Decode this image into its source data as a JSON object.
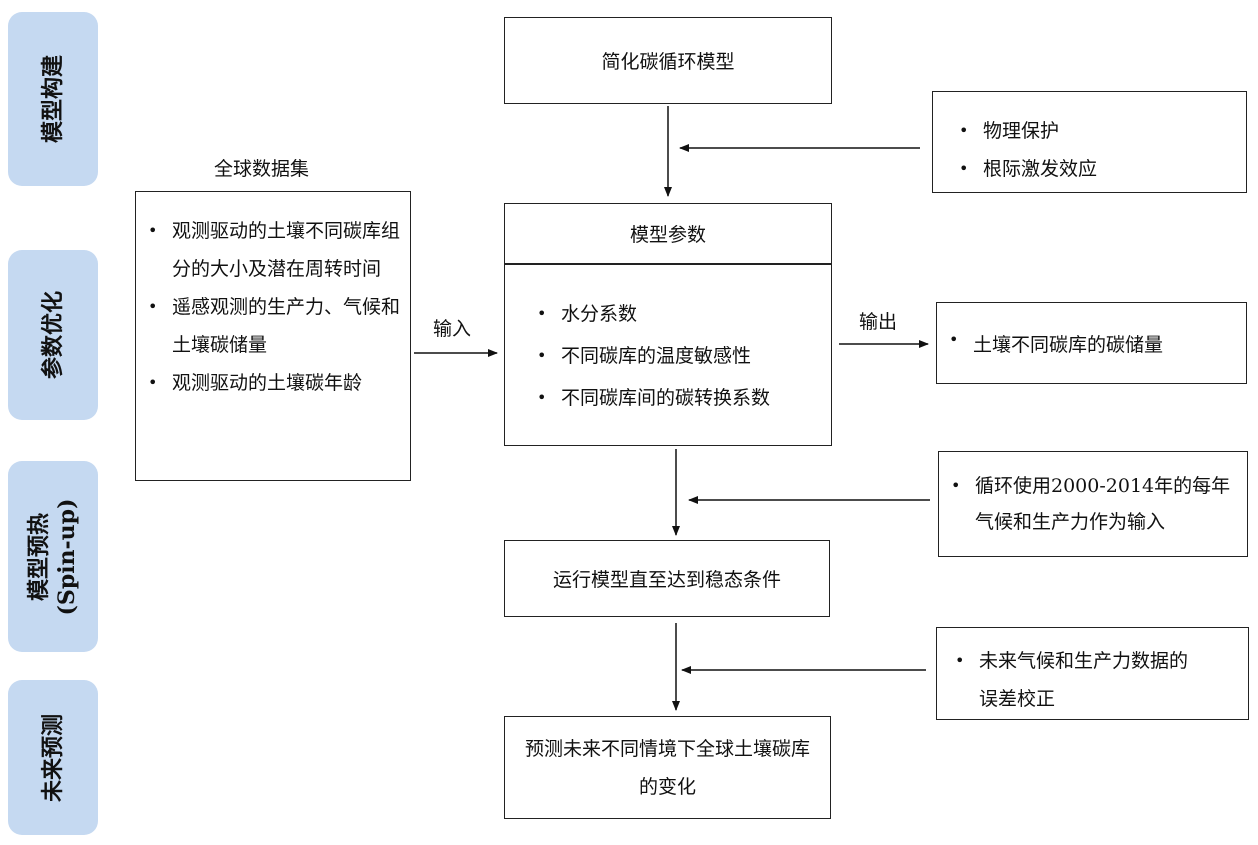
{
  "stages": [
    {
      "label": "模型构建",
      "sub": ""
    },
    {
      "label": "参数优化",
      "sub": ""
    },
    {
      "label": "模型预热",
      "sub": "(Spin-up)"
    },
    {
      "label": "未来预测",
      "sub": ""
    }
  ],
  "global_dataset": {
    "title": "全球数据集",
    "items": [
      "观测驱动的土壤不同碳库组分的大小及潜在周转时间",
      "遥感观测的生产力、气候和土壤碳储量",
      "观测驱动的土壤碳年龄"
    ]
  },
  "simple_model": {
    "label": "简化碳循环模型"
  },
  "constraints": {
    "items": [
      "物理保护",
      "根际激发效应"
    ]
  },
  "model_params": {
    "title": "模型参数",
    "items": [
      "水分系数",
      "不同碳库的温度敏感性",
      "不同碳库间的碳转换系数"
    ]
  },
  "input_label": "输入",
  "output_label": "输出",
  "output_box": {
    "items": [
      "土壤不同碳库的碳储量"
    ]
  },
  "spinup_input": {
    "items": [
      "循环使用2000-2014年的每年气候和生产力作为输入"
    ]
  },
  "run_model": {
    "label": "运行模型直至达到稳态条件"
  },
  "bias_correction": {
    "items": [
      "未来气候和生产力数据的误差校正"
    ]
  },
  "predict": {
    "label": "预测未来不同情境下全球土壤碳库的变化"
  }
}
